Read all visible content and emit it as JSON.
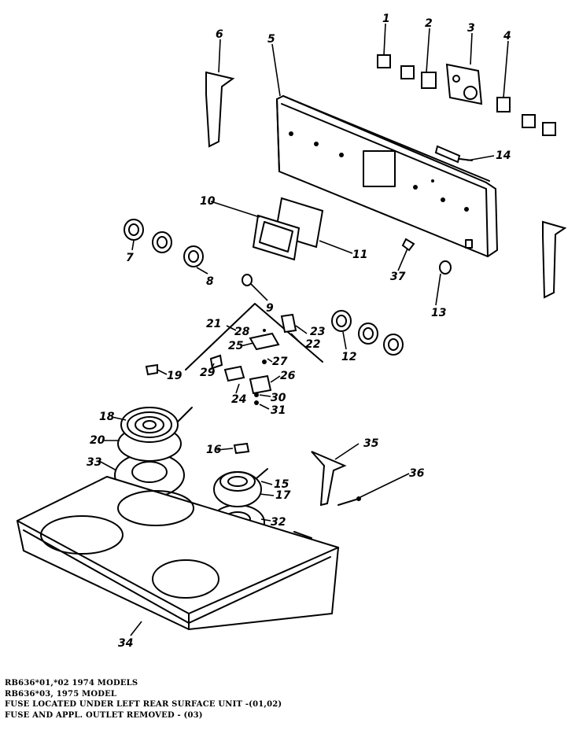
{
  "callouts": {
    "c1": "1",
    "c2": "2",
    "c3": "3",
    "c4": "4",
    "c5": "5",
    "c6": "6",
    "c7": "7",
    "c8": "8",
    "c9": "9",
    "c10": "10",
    "c11": "11",
    "c12": "12",
    "c13": "13",
    "c14": "14",
    "c15": "15",
    "c16": "16",
    "c17": "17",
    "c18": "18",
    "c19": "19",
    "c20": "20",
    "c21": "21",
    "c22": "22",
    "c23": "23",
    "c24": "24",
    "c25": "25",
    "c26": "26",
    "c27": "27",
    "c28": "28",
    "c29": "29",
    "c30": "30",
    "c31": "31",
    "c32": "32",
    "c33": "33",
    "c34": "34",
    "c35": "35",
    "c36": "36",
    "c37": "37"
  },
  "notes": {
    "line1": "RB636*01,*02 1974 MODELS",
    "line2": "RB636*03, 1975 MODEL",
    "line3": "FUSE LOCATED UNDER LEFT REAR SURFACE UNIT -(01,02)",
    "line4": "FUSE AND APPL. OUTLET REMOVED - (03)"
  }
}
